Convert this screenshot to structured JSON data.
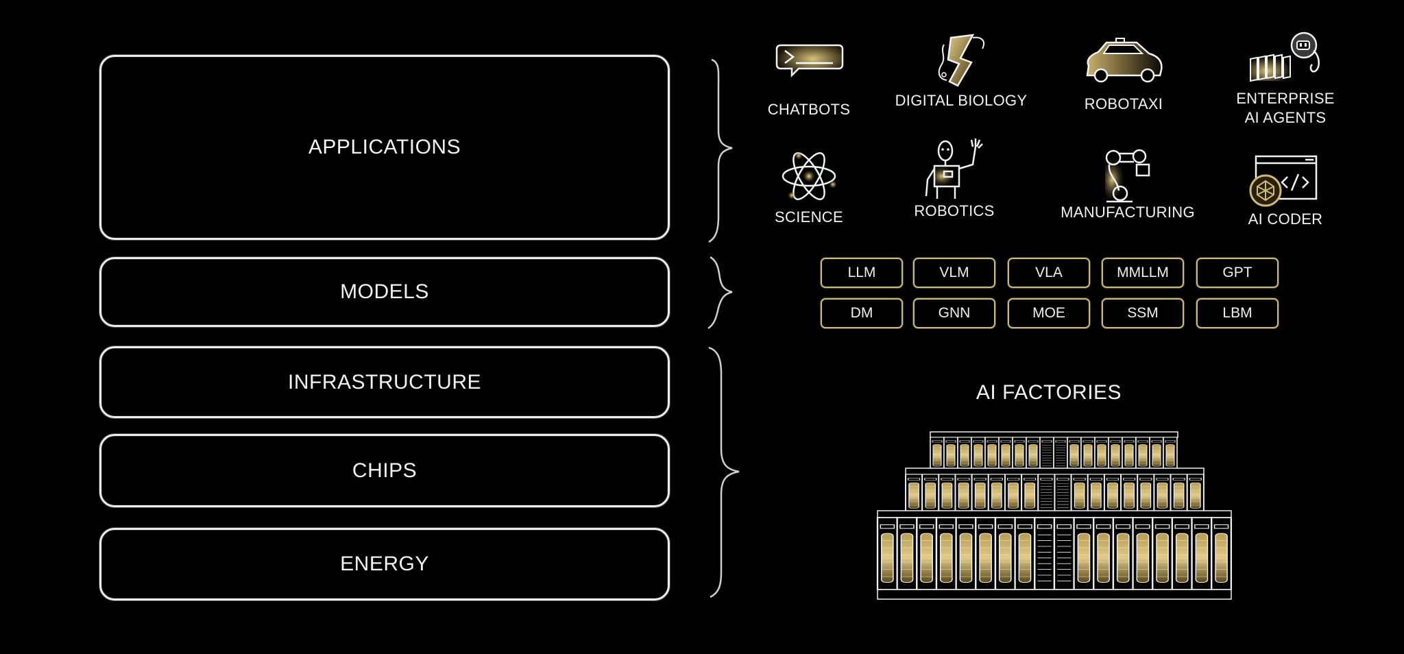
{
  "stack": {
    "layers": [
      {
        "id": "applications",
        "label": "APPLICATIONS"
      },
      {
        "id": "models",
        "label": "MODELS"
      },
      {
        "id": "infrastructure",
        "label": "INFRASTRUCTURE"
      },
      {
        "id": "chips",
        "label": "CHIPS"
      },
      {
        "id": "energy",
        "label": "ENERGY"
      }
    ]
  },
  "applications": {
    "items": [
      {
        "label": "CHATBOTS",
        "icon": "chat-bubble-icon"
      },
      {
        "label": "DIGITAL BIOLOGY",
        "icon": "protein-ribbon-icon"
      },
      {
        "label": "ROBOTAXI",
        "icon": "car-icon"
      },
      {
        "label": "ENTERPRISE",
        "label2": "AI AGENTS",
        "icon": "robot-agent-icon"
      },
      {
        "label": "SCIENCE",
        "icon": "atom-icon"
      },
      {
        "label": "ROBOTICS",
        "icon": "humanoid-robot-icon"
      },
      {
        "label": "MANUFACTURING",
        "icon": "robot-arm-icon"
      },
      {
        "label": "AI CODER",
        "icon": "code-window-icon"
      }
    ]
  },
  "models": {
    "chips": [
      "LLM",
      "VLM",
      "VLA",
      "MMLLM",
      "GPT",
      "DM",
      "GNN",
      "MOE",
      "SSM",
      "LBM"
    ]
  },
  "factories": {
    "title": "AI FACTORIES",
    "icon": "server-racks-icon"
  },
  "colors": {
    "background": "#000000",
    "line": "#ececec",
    "gold": "#cdb97a",
    "gold_glow": "#b39a4e"
  }
}
